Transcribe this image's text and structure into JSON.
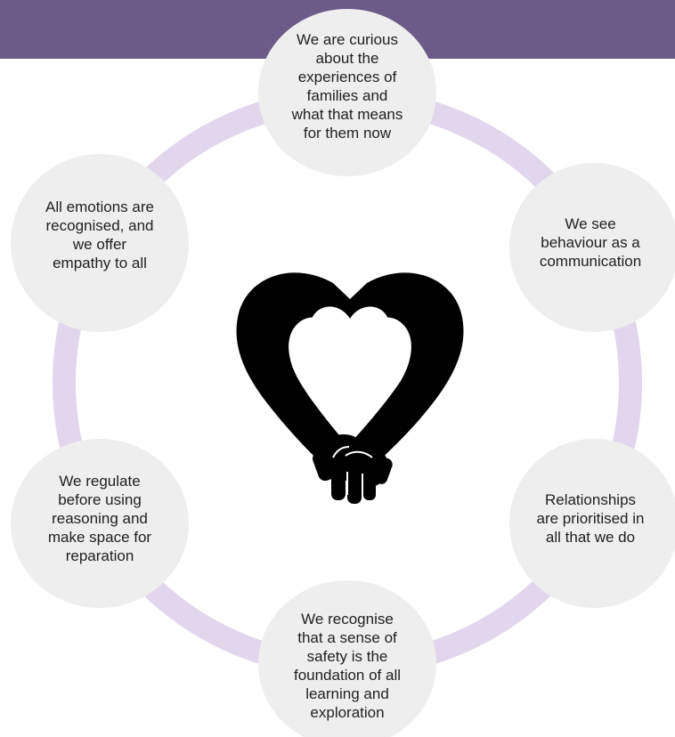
{
  "diagram": {
    "colors": {
      "banner": "#6c5a89",
      "ring": "#e2d6ec",
      "node_fill": "#eeeeee",
      "heart": "#000000"
    },
    "center_icon": "heart-holding-hands-icon",
    "nodes": [
      {
        "id": "top",
        "text": "We are curious\nabout the\nexperiences of\nfamilies and\nwhat that means\nfor them now"
      },
      {
        "id": "right",
        "text": "We see\nbehaviour as a\ncommunication"
      },
      {
        "id": "bottomright",
        "text": "Relationships\nare prioritised in\nall that we do"
      },
      {
        "id": "bottom",
        "text": "We recognise\nthat a sense of\nsafety is the\nfoundation of all\nlearning and\nexploration"
      },
      {
        "id": "bottomleft",
        "text": "We regulate\nbefore using\nreasoning and\nmake space for\nreparation"
      },
      {
        "id": "left",
        "text": "All emotions are\nrecognised, and\nwe offer\nempathy to all"
      }
    ]
  }
}
